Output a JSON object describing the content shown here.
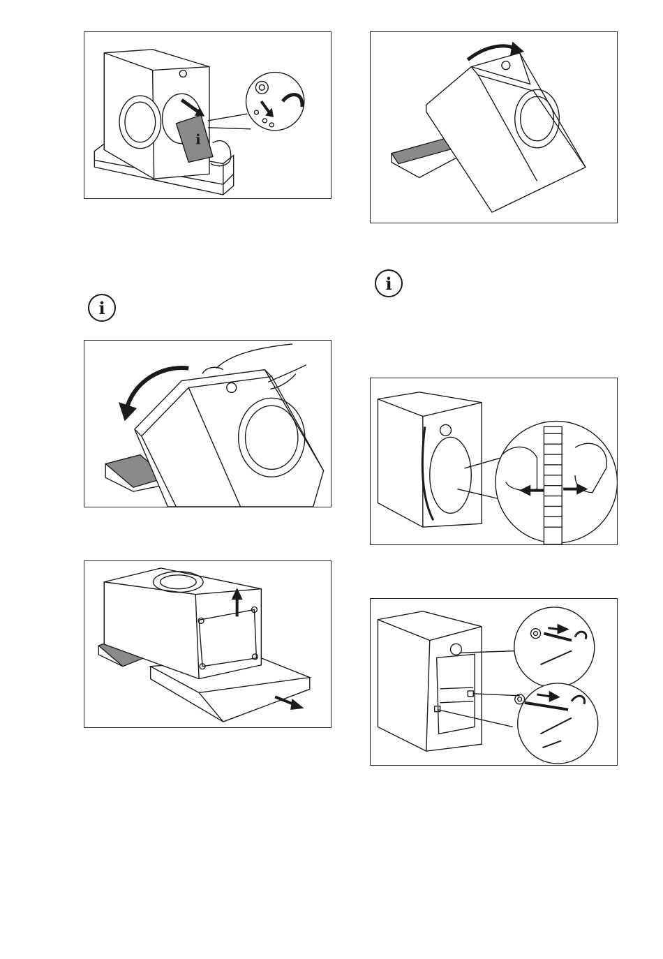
{
  "page": {
    "title": ""
  },
  "info_icon": {
    "glyph": "i",
    "name": "info-icon"
  },
  "illustrations": [
    {
      "id": "unpack-accessories",
      "name": "illustration-remove-accessory-bag"
    },
    {
      "id": "tilt-machine-left",
      "name": "illustration-tilt-machine-back"
    },
    {
      "id": "remove-base",
      "name": "illustration-remove-polystyrene-base"
    },
    {
      "id": "tilt-machine-right",
      "name": "illustration-tilt-machine-forward"
    },
    {
      "id": "release-hose",
      "name": "illustration-release-hoses-from-clips"
    },
    {
      "id": "remove-bolts",
      "name": "illustration-remove-transit-bolts"
    }
  ],
  "colors": {
    "line": "#1a1a1a",
    "panel_border": "#222222",
    "shade": "#8a8a8a"
  }
}
